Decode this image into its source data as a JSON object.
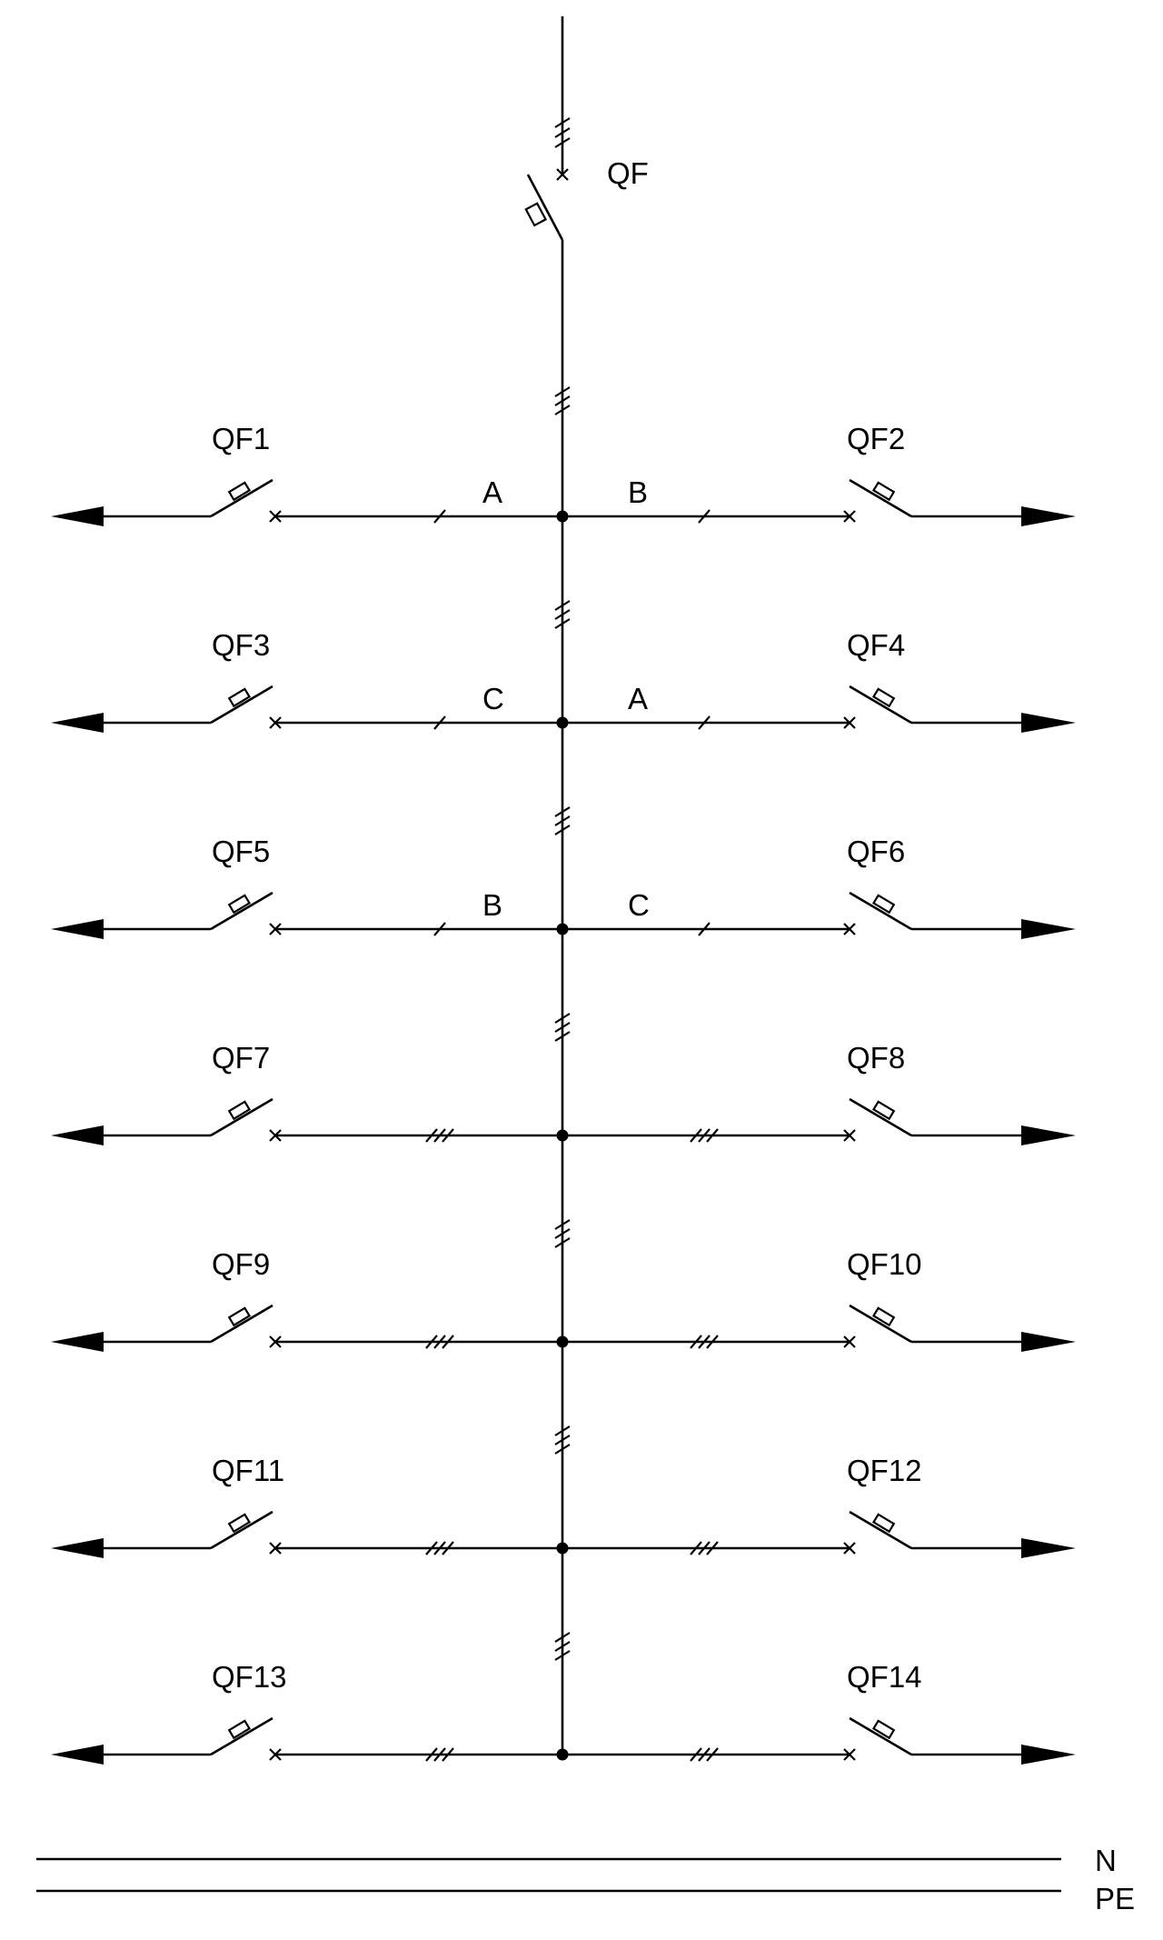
{
  "main_breaker": {
    "label": "QF"
  },
  "feeders": [
    {
      "left": {
        "label": "QF1",
        "phase": "A"
      },
      "right": {
        "label": "QF2",
        "phase": "B"
      },
      "poles": 1
    },
    {
      "left": {
        "label": "QF3",
        "phase": "C"
      },
      "right": {
        "label": "QF4",
        "phase": "A"
      },
      "poles": 1
    },
    {
      "left": {
        "label": "QF5",
        "phase": "B"
      },
      "right": {
        "label": "QF6",
        "phase": "C"
      },
      "poles": 1
    },
    {
      "left": {
        "label": "QF7",
        "phase": ""
      },
      "right": {
        "label": "QF8",
        "phase": ""
      },
      "poles": 3
    },
    {
      "left": {
        "label": "QF9",
        "phase": ""
      },
      "right": {
        "label": "QF10",
        "phase": ""
      },
      "poles": 3
    },
    {
      "left": {
        "label": "QF11",
        "phase": ""
      },
      "right": {
        "label": "QF12",
        "phase": ""
      },
      "poles": 3
    },
    {
      "left": {
        "label": "QF13",
        "phase": ""
      },
      "right": {
        "label": "QF14",
        "phase": ""
      },
      "poles": 3
    }
  ],
  "buses": {
    "neutral": "N",
    "protective_earth": "PE"
  }
}
